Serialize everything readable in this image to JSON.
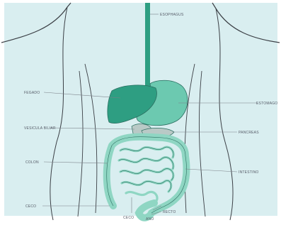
{
  "diagram": {
    "labels": {
      "esophagus": "ESOPHAGUS",
      "liver": "FEGADO",
      "stomach": "ESTOMAGO",
      "gallbladder": "VESICULA BILIAR",
      "pancreas": "PANCREAS",
      "colon": "COLON",
      "small_intestine": "INTESTINO",
      "cecum": "CECO",
      "appendix": "CECO",
      "anus": "ANO",
      "rectum": "RECTO"
    },
    "colors": {
      "background": "#d9eef0",
      "body_outline": "#3b3f45",
      "liver": "#2e9e82",
      "stomach": "#6cc9b0",
      "organs_light": "#8fd6c3",
      "organ_outline": "#2a6e60",
      "pancreas": "#b9c9c6",
      "leader_line": "#7a8088"
    }
  }
}
